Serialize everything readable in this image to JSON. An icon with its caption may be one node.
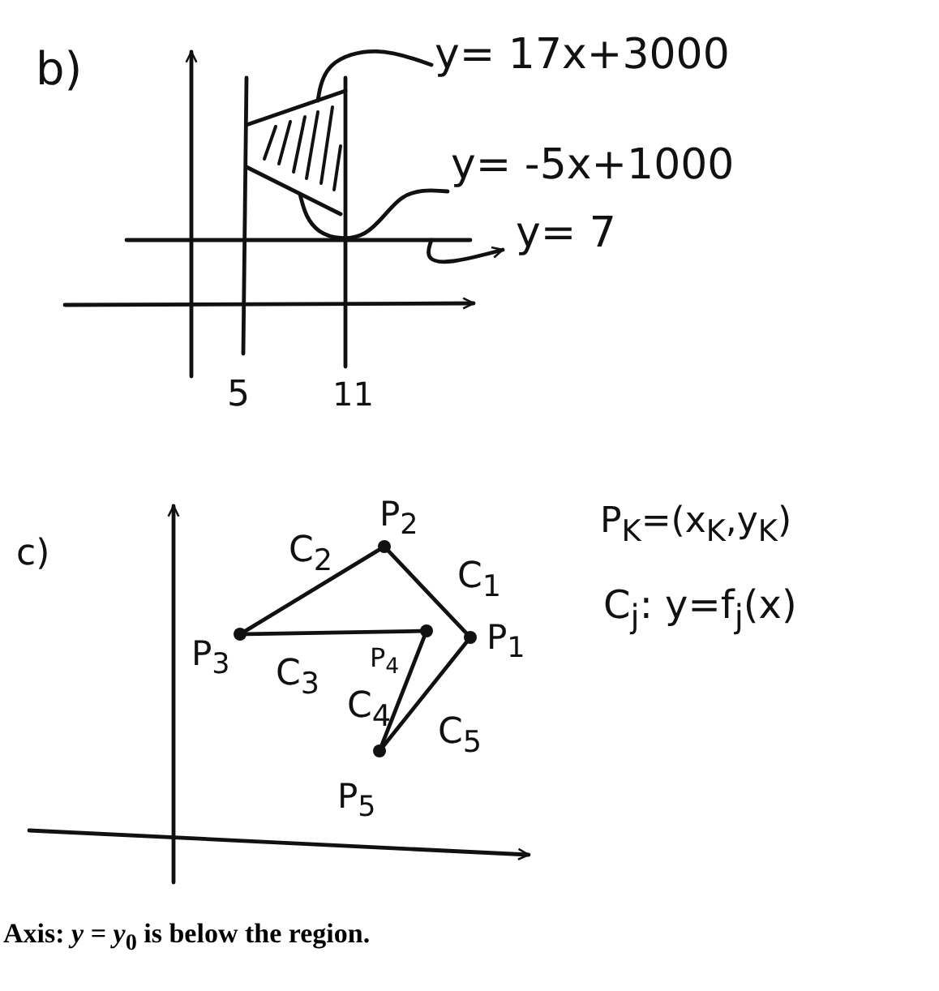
{
  "diagram": {
    "caption": "Axis: *y* = *y*$_{0}$ is below the region.",
    "nodes": [
      {
        "text": [
          "y= 17x+3000"
        ]
      },
      {
        "text": [],
        "shape": "line"
      },
      {
        "text": [
          "y= -5x+1000"
        ]
      },
      {
        "text": [],
        "shape": "line"
      },
      {
        "text": [],
        "shape": "line"
      },
      {
        "text": [
          "y= 7"
        ]
      },
      {
        "text": [],
        "shape": "circle",
        "beside": [
          "P$_{1}$"
        ]
      },
      {
        "text": [],
        "shape": "circle",
        "beside": [
          "P$_{2}$"
        ]
      },
      {
        "text": [],
        "shape": "circle",
        "beside": [
          "P$_{3}$"
        ]
      },
      {
        "text": [],
        "shape": "circle",
        "beside": [
          "P$_{4}$"
        ]
      },
      {
        "text": [],
        "shape": "circle",
        "beside": [
          "P$_{5}$"
        ]
      }
    ],
    "edges": [
      {
        "from": 0,
        "to": 1,
        "arrow": "none"
      },
      {
        "from": 2,
        "to": 3,
        "arrow": "none"
      },
      {
        "from": 4,
        "to": 5,
        "arrow": "to"
      },
      {
        "from": 7,
        "to": 6,
        "arrow": "none",
        "label": "C$_{1}$"
      },
      {
        "from": 8,
        "to": 7,
        "arrow": "none",
        "label": "C$_{2}$"
      },
      {
        "from": 8,
        "to": 9,
        "arrow": "none",
        "label": "C$_{3}$"
      },
      {
        "from": 9,
        "to": 10,
        "arrow": "none",
        "label": "C$_{4}$"
      },
      {
        "from": 10,
        "to": 6,
        "arrow": "none",
        "label": "C$_{5}$"
      }
    ],
    "labels": [
      "b)",
      "5",
      "11",
      "c)",
      "P$_{K}$=(x$_{K}$,y$_{K}$)",
      "C$_{j}$: y=f$_{j}$(x)"
    ]
  }
}
